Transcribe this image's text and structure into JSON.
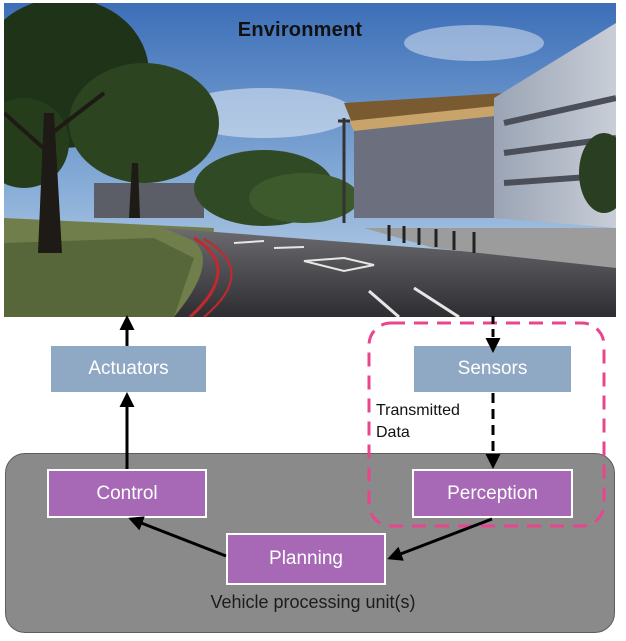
{
  "environment": {
    "title": "Environment"
  },
  "boxes": {
    "actuators": "Actuators",
    "sensors": "Sensors",
    "control": "Control",
    "perception": "Perception",
    "planning": "Planning"
  },
  "vehicle_unit": {
    "label": "Vehicle processing unit(s)"
  },
  "transmitted_note": {
    "line1": "Transmitted",
    "line2": "Data"
  },
  "colors": {
    "box_blue": "#8fa8c4",
    "box_purple": "#a769b5",
    "vpu_gray": "#8a8a8a",
    "highlight_dash": "#e8458c"
  }
}
